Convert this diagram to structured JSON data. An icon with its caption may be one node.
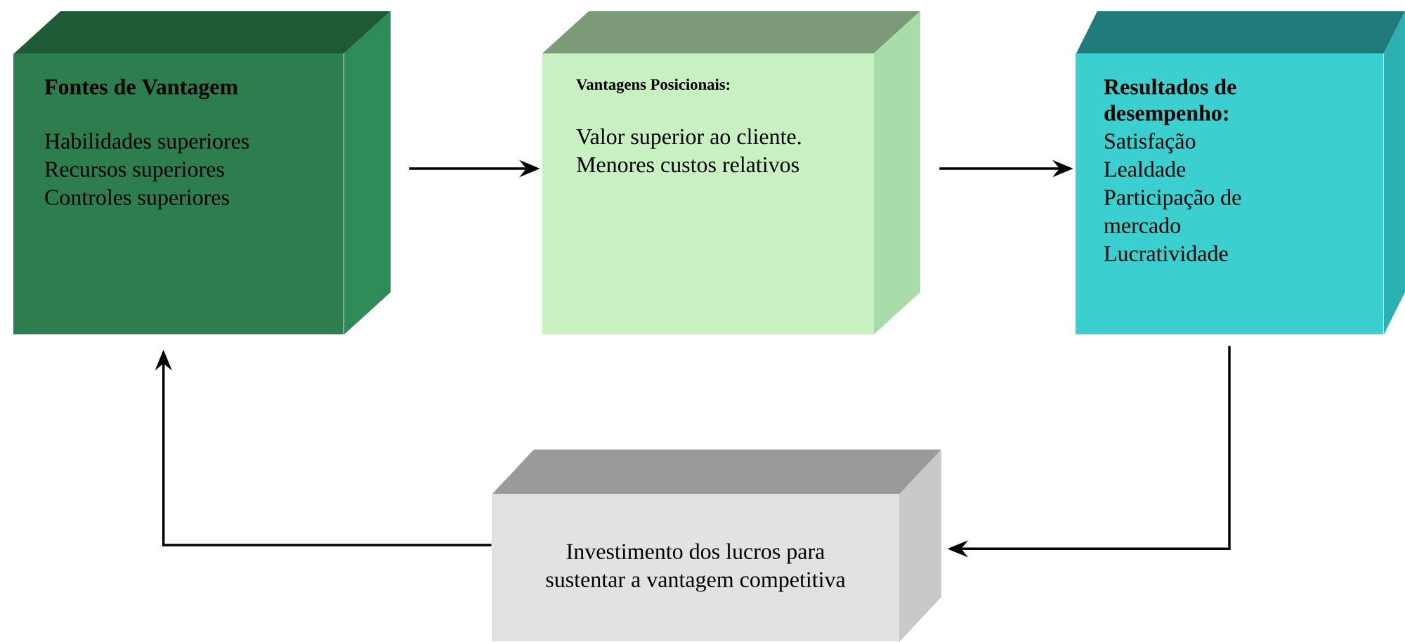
{
  "diagram": {
    "nodes": [
      {
        "text": [
          "Fontes de Vantagem",
          "Habilidades superiores",
          "Recursos superiores",
          "Controles superiores"
        ]
      },
      {
        "text": [
          "Vantagens Posicionais:",
          "Valor superior ao cliente.",
          "Menores custos relativos"
        ]
      },
      {
        "text": [
          "Resultados de desempenho:",
          "Satisfação",
          "Lealdade",
          "Participação de mercado",
          "Lucratividade"
        ]
      },
      {
        "text": [
          "Investimento dos lucros para sustentar a vantagem competitiva"
        ]
      }
    ],
    "edges": [
      {
        "from": 0,
        "to": 1,
        "arrow": "to"
      },
      {
        "from": 1,
        "to": 2,
        "arrow": "to"
      },
      {
        "from": 2,
        "to": 3,
        "arrow": "to"
      },
      {
        "from": 3,
        "to": 0,
        "arrow": "to"
      }
    ]
  }
}
